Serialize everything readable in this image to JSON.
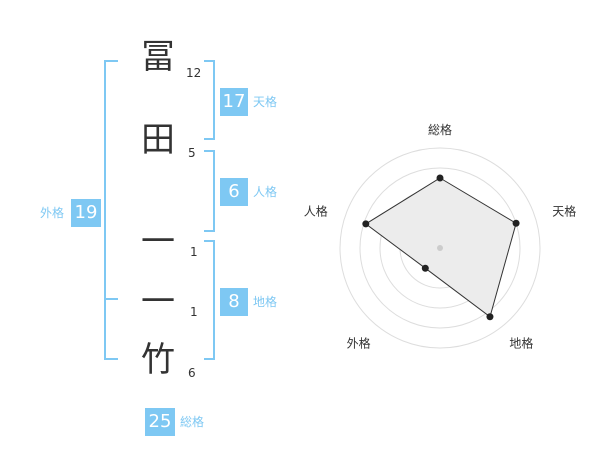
{
  "name": {
    "chars": [
      {
        "char": "冨",
        "strokes": "12"
      },
      {
        "char": "田",
        "strokes": "5"
      },
      {
        "char": "一",
        "strokes": "1"
      },
      {
        "char": "一",
        "strokes": "1"
      },
      {
        "char": "竹",
        "strokes": "6"
      }
    ]
  },
  "kaku": {
    "ten": {
      "value": "17",
      "label": "天格"
    },
    "jin": {
      "value": "6",
      "label": "人格"
    },
    "chi": {
      "value": "8",
      "label": "地格"
    },
    "gai": {
      "value": "19",
      "label": "外格"
    },
    "souka": {
      "value": "25",
      "label": "総格"
    }
  },
  "colors": {
    "accent": "#7ec8f3",
    "text": "#333333",
    "ring": "#dddddd",
    "area_fill": "#ececec"
  },
  "chart_data": {
    "type": "radar",
    "axes": [
      "総格",
      "天格",
      "地格",
      "外格",
      "人格"
    ],
    "values": [
      0.7,
      0.8,
      0.85,
      0.25,
      0.78
    ],
    "range": [
      0,
      1
    ],
    "rings": 5
  }
}
